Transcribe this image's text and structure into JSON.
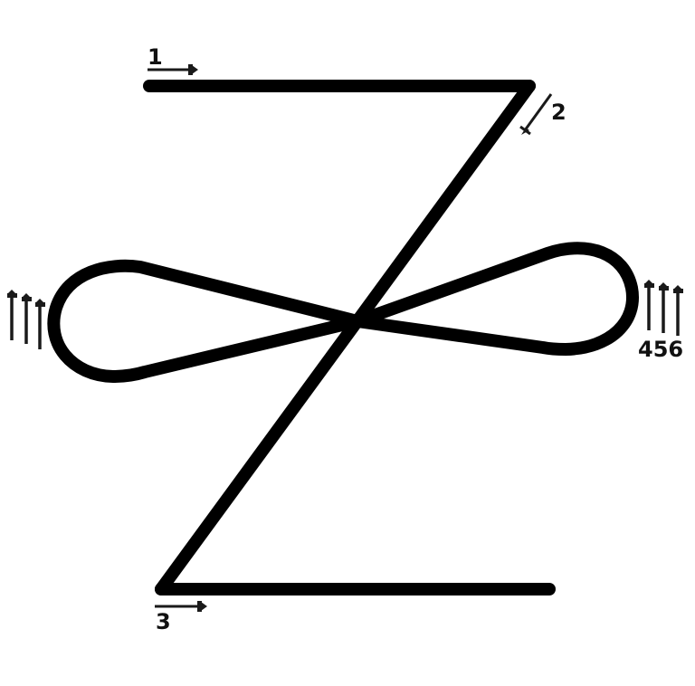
{
  "diagram": {
    "type": "stroke-order",
    "description": "Z-shaped glyph with a horizontal figure-eight loop crossing its diagonal",
    "stroke_color": "#000000",
    "arrow_color": "#1a1a1a",
    "background": "#ffffff",
    "labels": {
      "step1": "1",
      "step2": "2",
      "step3": "3",
      "step456": "456"
    },
    "strokes": [
      {
        "id": 1,
        "label": "1",
        "direction": "right",
        "description": "Top horizontal stroke, left to right"
      },
      {
        "id": 2,
        "label": "2",
        "direction": "down-left",
        "description": "Diagonal stroke from top-right to bottom-left"
      },
      {
        "id": 3,
        "label": "3",
        "direction": "right",
        "description": "Bottom horizontal stroke, left to right"
      },
      {
        "id": 4,
        "label": "4",
        "direction": "up",
        "description": "Figure-eight loop strokes"
      },
      {
        "id": 5,
        "label": "5",
        "direction": "up",
        "description": "Figure-eight loop strokes"
      },
      {
        "id": 6,
        "label": "6",
        "direction": "up",
        "description": "Figure-eight loop strokes"
      }
    ]
  }
}
